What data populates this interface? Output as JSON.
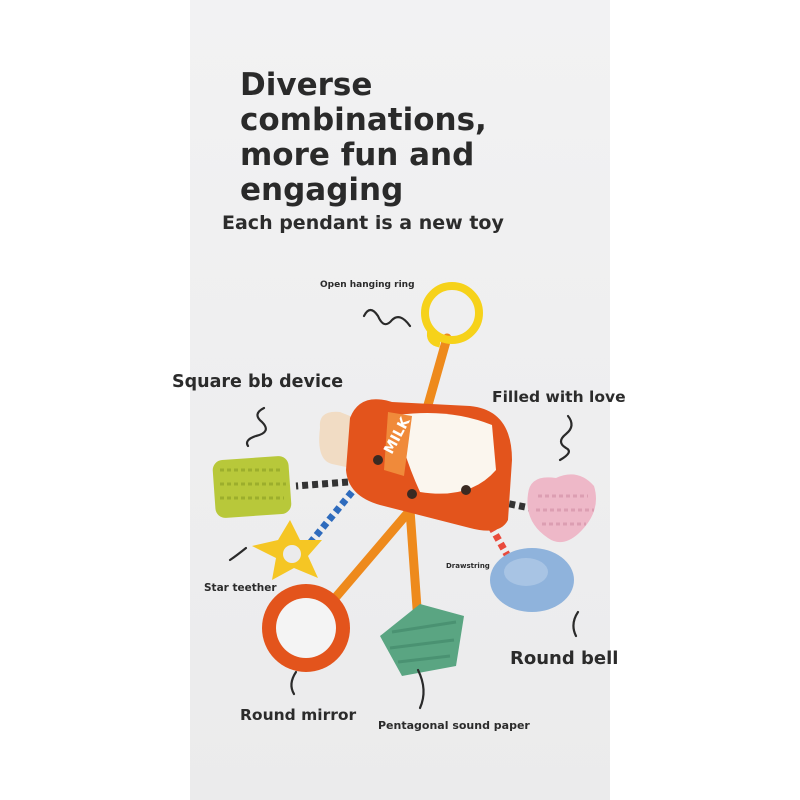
{
  "headline": "Diverse combinations, more fun and engaging",
  "subhead": "Each pendant is a new toy",
  "product": {
    "body_text": "MILK"
  },
  "labels": {
    "ring": "Open hanging ring",
    "square": "Square bb device",
    "love": "Filled with love",
    "drawstring": "Drawstring",
    "star": "Star teether",
    "bell": "Round bell",
    "mirror": "Round mirror",
    "pentagon": "Pentagonal sound paper"
  },
  "colors": {
    "ring_yellow": "#f6d21a",
    "body_orange": "#e3541c",
    "strap_orange": "#ee8a1c",
    "square_green": "#b8c83a",
    "heart_pink": "#eeb8c8",
    "bell_blue": "#8fb3dc",
    "pentagon_green": "#5aa582",
    "star_yellow": "#f5c624"
  }
}
